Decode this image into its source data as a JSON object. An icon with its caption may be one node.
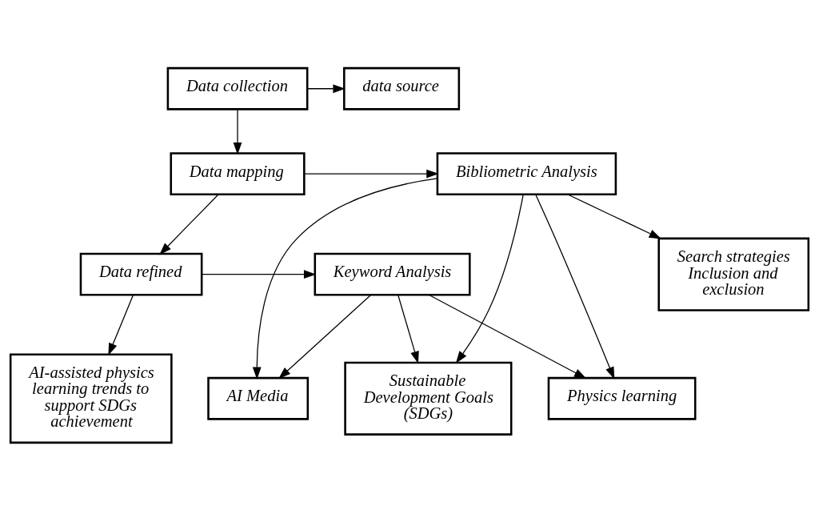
{
  "diagram": {
    "nodes": [
      {
        "text": [
          "Data collection"
        ]
      },
      {
        "text": [
          "data source"
        ]
      },
      {
        "text": [
          "Data mapping"
        ]
      },
      {
        "text": [
          "Bibliometric Analysis"
        ]
      },
      {
        "text": [
          "Search strategies Inclusion and exclusion"
        ]
      },
      {
        "text": [
          "Data refined"
        ]
      },
      {
        "text": [
          "Keyword Analysis"
        ]
      },
      {
        "text": [
          "AI-assisted physics learning trends to support SDGs achievement"
        ]
      },
      {
        "text": [
          "Physics learning"
        ]
      },
      {
        "text": [
          "AI Media"
        ]
      },
      {
        "text": [
          "Sustainable Development Goals (SDGs)"
        ]
      }
    ],
    "edges": [
      {
        "from": 0,
        "to": 1,
        "arrow": "to"
      },
      {
        "from": 0,
        "to": 2,
        "arrow": "to"
      },
      {
        "from": 2,
        "to": 3,
        "arrow": "to"
      },
      {
        "from": 3,
        "to": 4,
        "arrow": "to"
      },
      {
        "from": 2,
        "to": 5,
        "arrow": "to"
      },
      {
        "from": 3,
        "to": 8,
        "arrow": "to"
      },
      {
        "from": 3,
        "to": 9,
        "arrow": "to"
      },
      {
        "from": 3,
        "to": 10,
        "arrow": "to"
      },
      {
        "from": 5,
        "to": 6,
        "arrow": "to"
      },
      {
        "from": 5,
        "to": 7,
        "arrow": "to"
      },
      {
        "from": 6,
        "to": 8,
        "arrow": "to"
      },
      {
        "from": 6,
        "to": 9,
        "arrow": "to"
      },
      {
        "from": 6,
        "to": 10,
        "arrow": "to"
      }
    ]
  }
}
